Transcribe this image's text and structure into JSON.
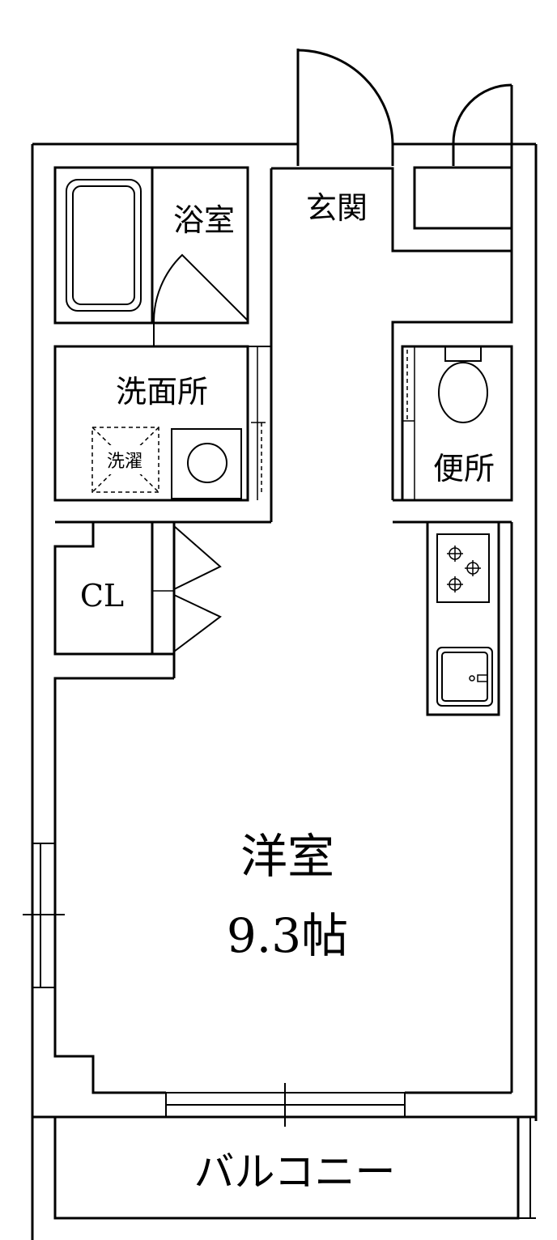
{
  "rooms": {
    "bath": "浴室",
    "entrance": "玄関",
    "washroom": "洗面所",
    "laundry": "洗濯",
    "toilet": "便所",
    "closet": "CL",
    "main_room": "洋室",
    "main_room_size": "9.3帖",
    "balcony": "バルコニー"
  }
}
